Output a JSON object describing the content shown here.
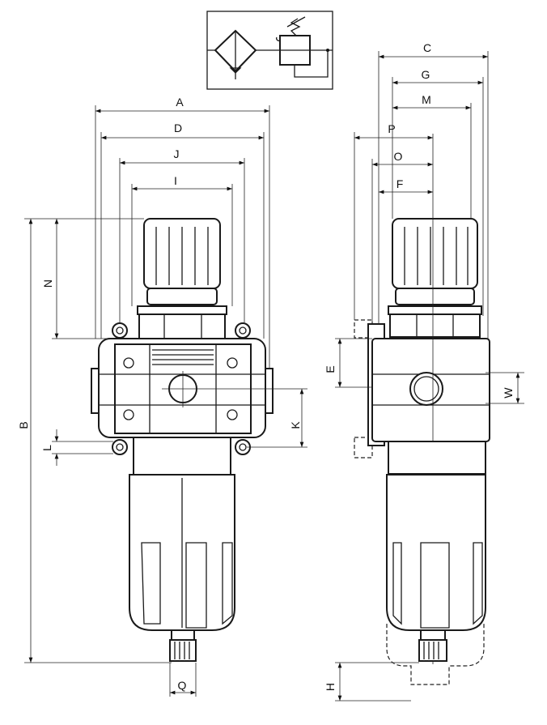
{
  "dimensions": {
    "A": "A",
    "B": "B",
    "C": "C",
    "D": "D",
    "E": "E",
    "F": "F",
    "G": "G",
    "H": "H",
    "I": "I",
    "J": "J",
    "K": "K",
    "L": "L",
    "M": "M",
    "N": "N",
    "O": "O",
    "P": "P",
    "Q": "Q",
    "W": "W"
  }
}
